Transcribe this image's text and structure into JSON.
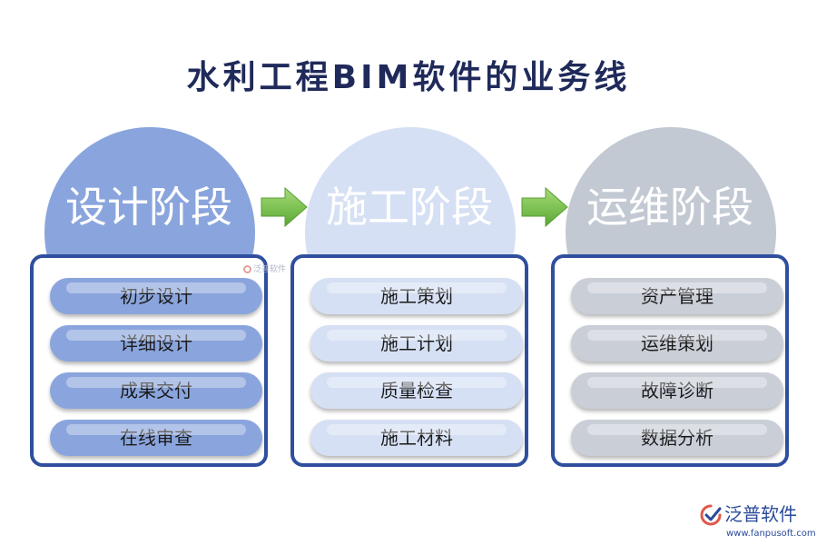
{
  "title": "水利工程BIM软件的业务线",
  "stages": [
    {
      "label": "设计阶段",
      "circle_color": "#8aa5dd",
      "item_color": "#8aa5dd",
      "items": [
        "初步设计",
        "详细设计",
        "成果交付",
        "在线审查"
      ]
    },
    {
      "label": "施工阶段",
      "circle_color": "#d6e0f4",
      "item_color": "#d6e0f4",
      "items": [
        "施工策划",
        "施工计划",
        "质量检查",
        "施工材料"
      ]
    },
    {
      "label": "运维阶段",
      "circle_color": "#c3c9d3",
      "item_color": "#c9ced7",
      "items": [
        "资产管理",
        "运维策划",
        "故障诊断",
        "数据分析"
      ]
    }
  ],
  "colors": {
    "panel_border": "#2f4f9e",
    "arrow": "#79c34a",
    "title": "#1f2a5a"
  },
  "watermark": {
    "text": "泛普软件"
  },
  "logo": {
    "name": "泛普软件",
    "url": "www.fanpusoft.com"
  }
}
